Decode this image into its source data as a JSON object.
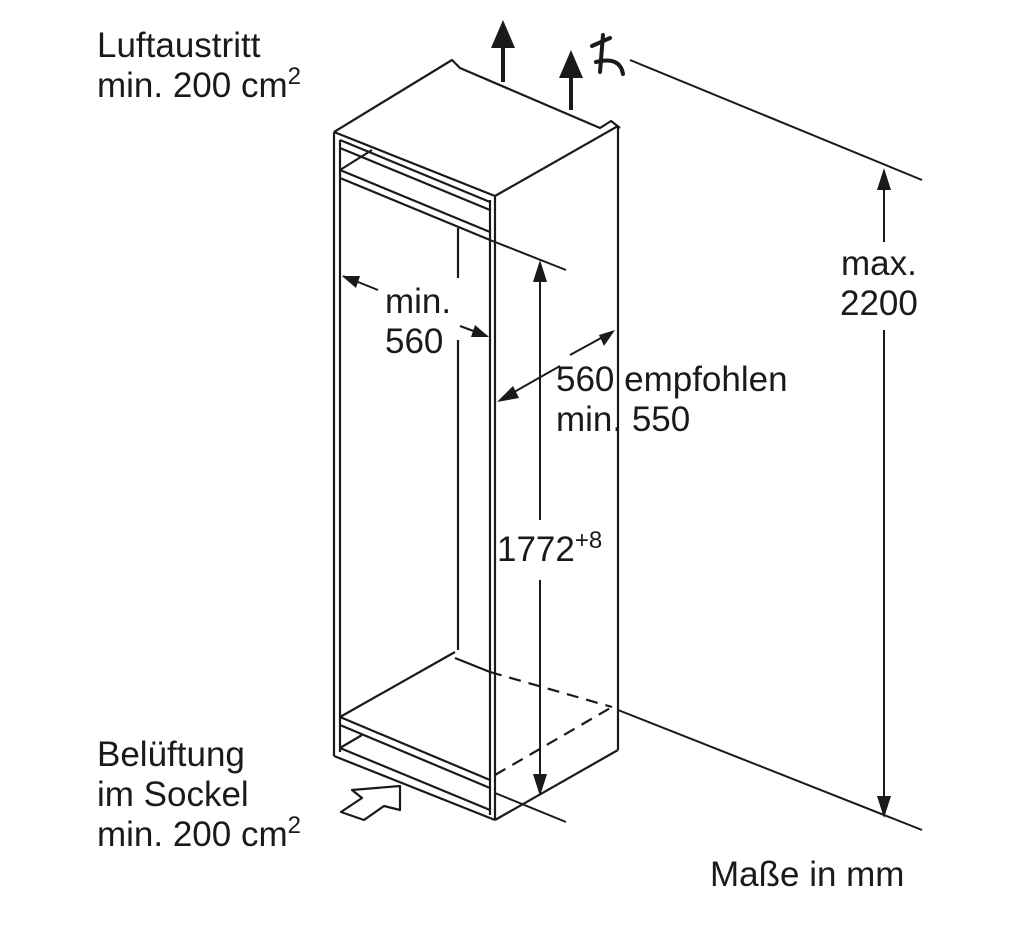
{
  "labels": {
    "air_outlet": {
      "title": "Luftaustritt",
      "min_prefix": "min. 200 cm",
      "exp": "2"
    },
    "base_vent": {
      "line1": "Belüftung",
      "line2": "im Sockel",
      "min_prefix": "min. 200 cm",
      "exp": "2"
    },
    "inner_width": {
      "line1": "min.",
      "line2": "560"
    },
    "depth": {
      "line1": "560 empfohlen",
      "line2": "min. 550"
    },
    "niche_height": {
      "value": "1772",
      "tolerance": "+8"
    },
    "max_height": {
      "line1": "max.",
      "line2": "2200"
    },
    "units": "Maße in mm"
  },
  "colors": {
    "line": "#1a1a1a",
    "text": "#1a1a1a",
    "background": "#ffffff"
  },
  "icons": {
    "air_out_arrows": "up-arrow-icon",
    "ceiling_symbol": "ceiling-mark-icon",
    "air_in_arrow": "hollow-arrow-icon"
  }
}
